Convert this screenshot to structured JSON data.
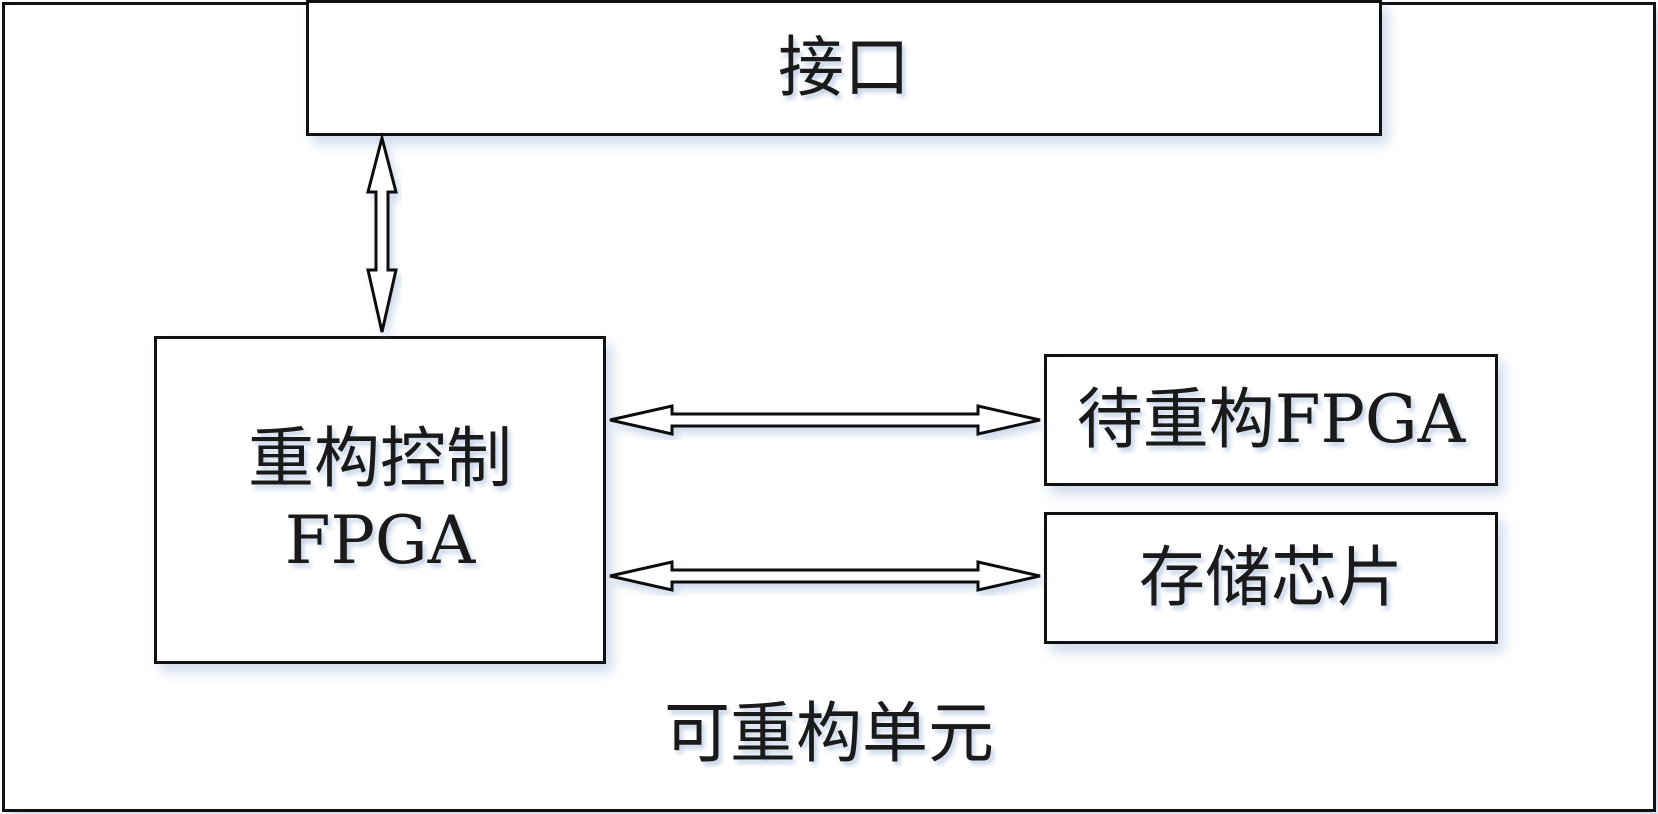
{
  "diagram": {
    "title": "可重构单元",
    "nodes": {
      "interface": "接口",
      "controller_line1": "重构控制",
      "controller_line2": "FPGA",
      "target": "待重构FPGA",
      "storage": "存储芯片"
    },
    "edges": [
      {
        "from": "interface",
        "to": "controller",
        "type": "bidirectional"
      },
      {
        "from": "controller",
        "to": "target",
        "type": "bidirectional"
      },
      {
        "from": "controller",
        "to": "storage",
        "type": "bidirectional"
      }
    ]
  }
}
